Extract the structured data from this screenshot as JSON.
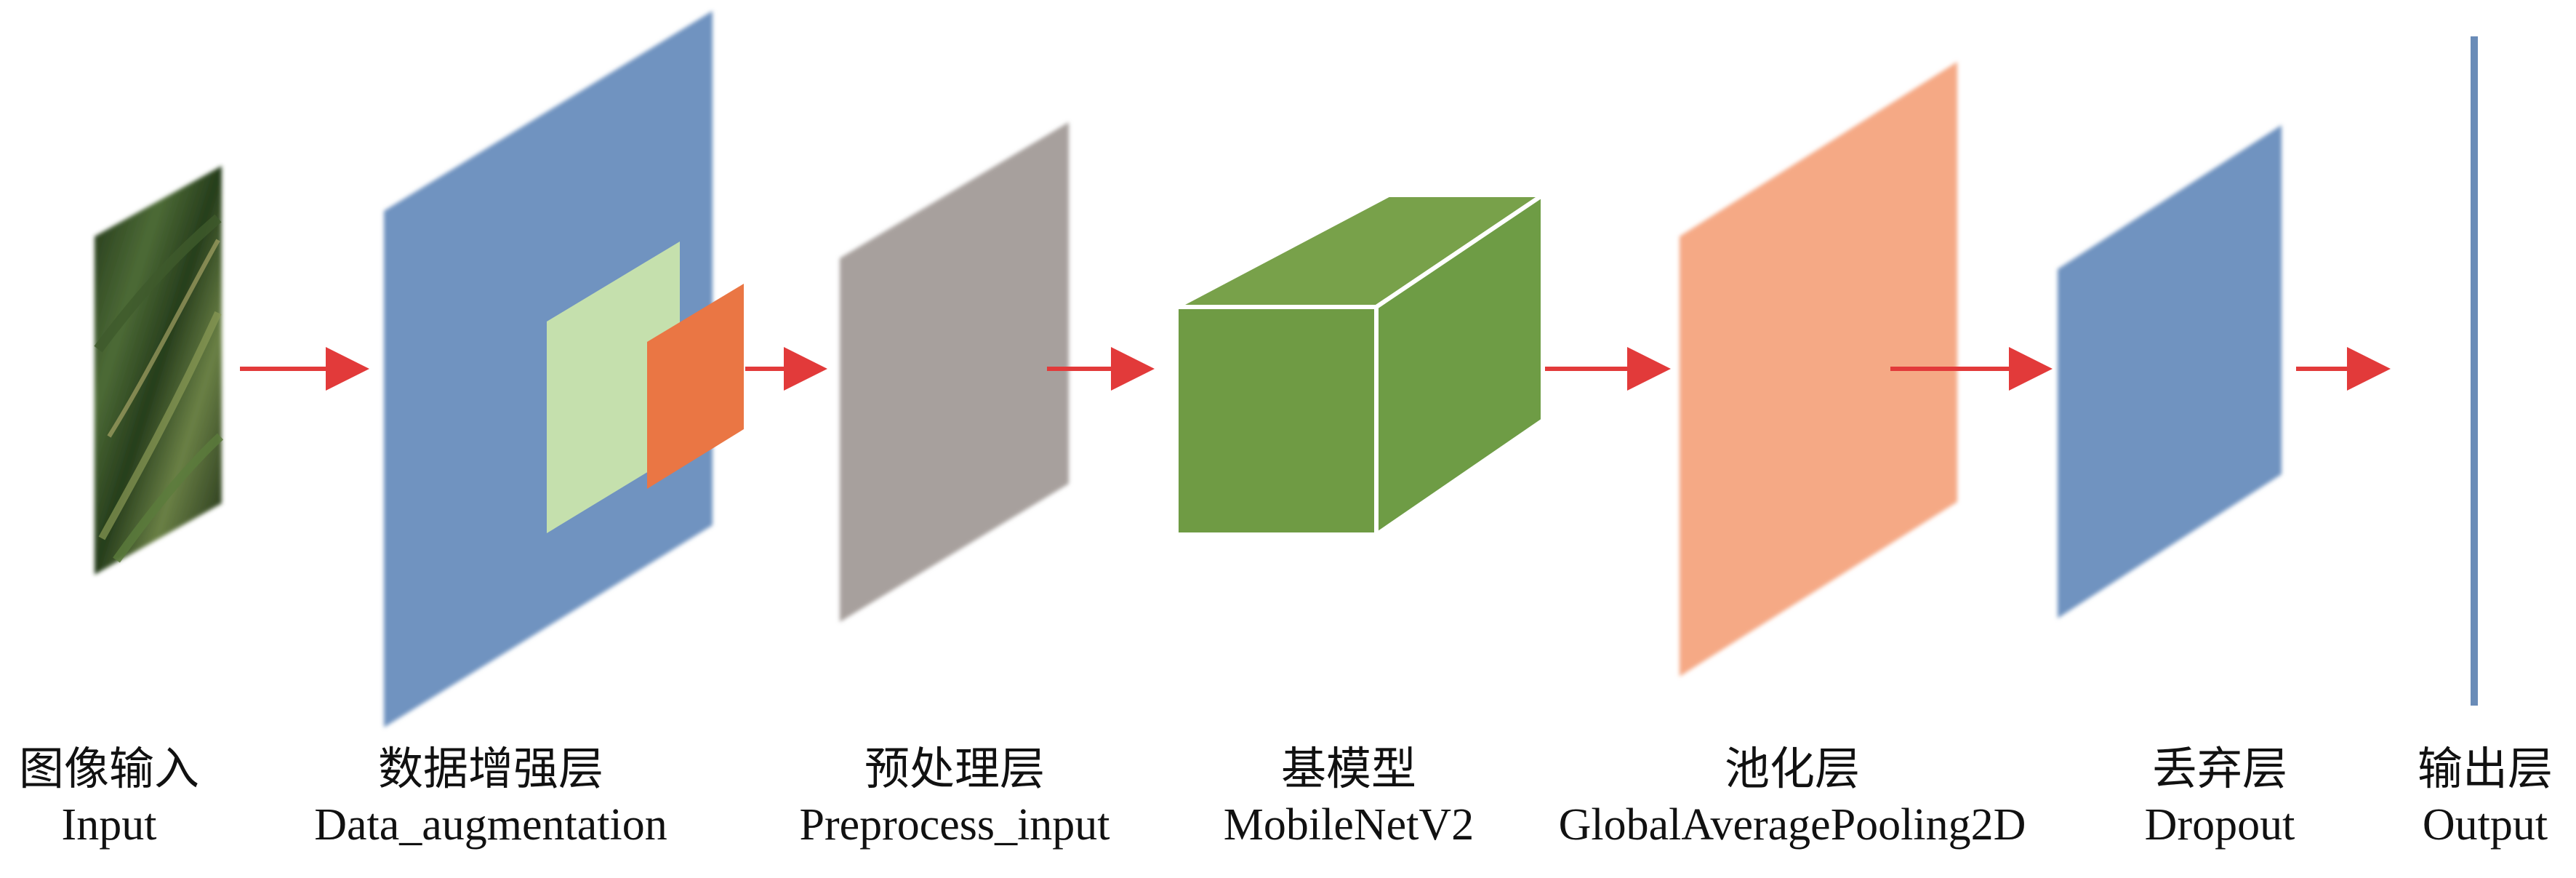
{
  "diagram": {
    "title": "CNN model pipeline",
    "colors": {
      "arrow": "#e23a3a",
      "augmentation": "#6f93c0",
      "augmentation_light": "#c5e0ad",
      "augmentation_orange": "#ea7644",
      "preprocess": "#a7a09d",
      "base_model_front": "#6f9b44",
      "base_model_top": "#78a14a",
      "base_model_side": "#6e9c45",
      "pooling": "#f5a985",
      "dropout": "#6f93c0",
      "output": "#6a8cb8"
    },
    "stages": [
      {
        "id": "input",
        "cn": "图像输入",
        "en": "Input"
      },
      {
        "id": "augmentation",
        "cn": "数据增强层",
        "en": "Data_augmentation"
      },
      {
        "id": "preprocess",
        "cn": "预处理层",
        "en": "Preprocess_input"
      },
      {
        "id": "base_model",
        "cn": "基模型",
        "en": "MobileNetV2"
      },
      {
        "id": "pooling",
        "cn": "池化层",
        "en": "GlobalAveragePooling2D"
      },
      {
        "id": "dropout",
        "cn": "丢弃层",
        "en": "Dropout"
      },
      {
        "id": "output",
        "cn": "输出层",
        "en": "Output"
      }
    ]
  }
}
